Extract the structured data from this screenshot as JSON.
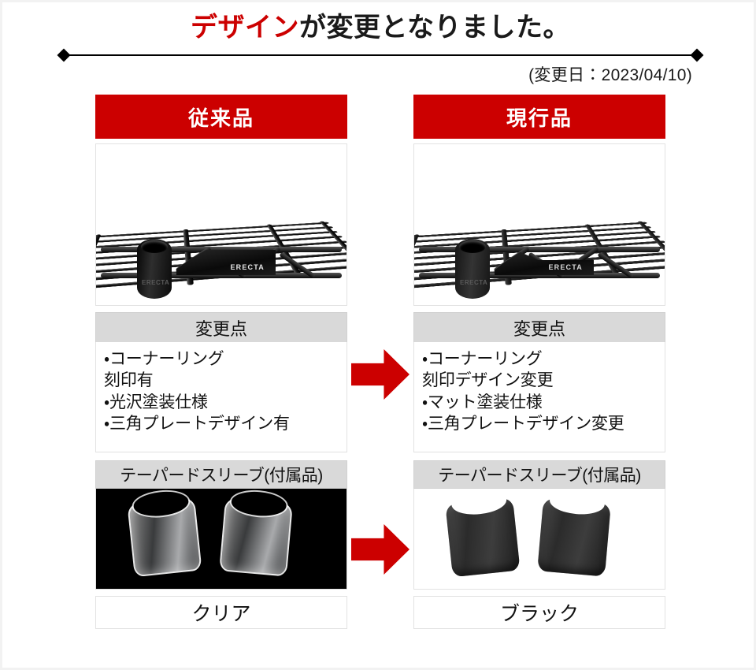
{
  "header": {
    "title_accent": "デザイン",
    "title_rest": "が変更となりました。",
    "date_note": "(変更日：2023/04/10)"
  },
  "colors": {
    "accent_red": "#cc0000",
    "banner_gray": "#d9d9d9",
    "border_gray": "#e2e2e2",
    "text": "#111111"
  },
  "columns": [
    {
      "banner_label": "従来品",
      "product_photo_alt": "従来品 光沢塗装のワイヤーシェルフ コーナーリングと三角プレート",
      "product_brand": "ERECTA",
      "ring_mark": "ERECTA",
      "change_head": "変更点",
      "change_items": [
        "・コーナーリング\n  刻印有",
        "・光沢塗装仕様",
        "・三角プレートデザイン有"
      ],
      "sleeve_head": "テーパードスリーブ(付属品)",
      "sleeve_photo_alt": "クリア樹脂製テーパードスリーブ 2分割",
      "color_label": "クリア"
    },
    {
      "banner_label": "現行品",
      "product_photo_alt": "現行品 マット塗装のワイヤーシェルフ コーナーリングと三角プレート",
      "product_brand": "ERECTA",
      "ring_mark": "ERECTA",
      "change_head": "変更点",
      "change_items": [
        "・コーナーリング\n  刻印デザイン変更",
        "・マット塗装仕様",
        "・三角プレートデザイン変更"
      ],
      "sleeve_head": "テーパードスリーブ(付属品)",
      "sleeve_photo_alt": "ブラック樹脂製テーパードスリーブ 2分割",
      "color_label": "ブラック"
    }
  ],
  "arrows": [
    {
      "name": "change-points-arrow",
      "direction": "right"
    },
    {
      "name": "sleeve-arrow",
      "direction": "right"
    }
  ]
}
